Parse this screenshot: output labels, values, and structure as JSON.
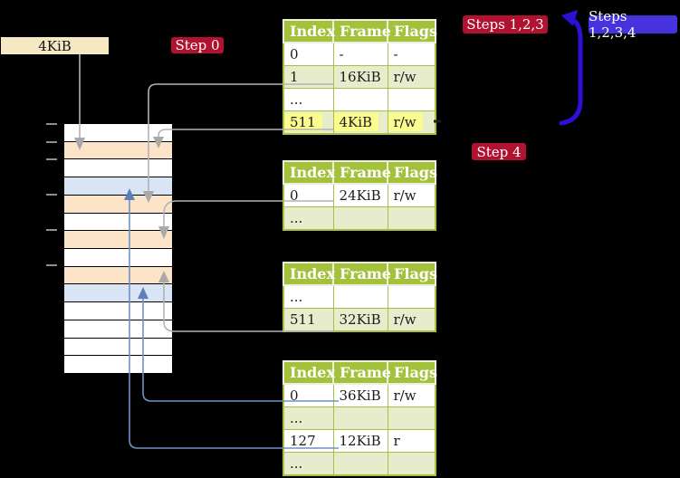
{
  "labels": {
    "frame_label": "4KiB",
    "step0": "Step 0",
    "steps123": "Steps 1,2,3",
    "steps1234": "Steps 1,2,3,4",
    "step4": "Step 4"
  },
  "colors": {
    "table_header_green": "#a3c13a",
    "table_row_green": "#e7eccd",
    "highlight_yellow": "#fbfb8e",
    "badge_red": "#b01230",
    "badge_indigo": "#4633dd",
    "frame_pagetable_peach": "#fce4c8",
    "frame_mapped_blue": "#d9e4f4",
    "frame_label_tan": "#f6e8c3",
    "arrow_gray": "#b3b3b3",
    "arrow_blue_thin": "#7191c4",
    "arrow_blue_thick": "#2b11d5"
  },
  "memory_strip": {
    "rows": [
      {
        "kind": "free"
      },
      {
        "kind": "pagetable"
      },
      {
        "kind": "free"
      },
      {
        "kind": "mapped"
      },
      {
        "kind": "pagetable"
      },
      {
        "kind": "free"
      },
      {
        "kind": "pagetable"
      },
      {
        "kind": "free"
      },
      {
        "kind": "pagetable"
      },
      {
        "kind": "mapped"
      },
      {
        "kind": "free"
      },
      {
        "kind": "free"
      },
      {
        "kind": "free"
      },
      {
        "kind": "free"
      }
    ]
  },
  "tables": {
    "headers": [
      "Index",
      "Frame",
      "Flags"
    ],
    "t1": {
      "rows": [
        [
          "0",
          "-",
          "-"
        ],
        [
          "1",
          "16KiB",
          "r/w"
        ],
        [
          "...",
          "",
          ""
        ],
        [
          "511",
          "4KiB",
          "r/w"
        ]
      ]
    },
    "t2": {
      "rows": [
        [
          "0",
          "24KiB",
          "r/w"
        ],
        [
          "...",
          "",
          ""
        ]
      ]
    },
    "t3": {
      "rows": [
        [
          "...",
          "",
          ""
        ],
        [
          "511",
          "32KiB",
          "r/w"
        ]
      ]
    },
    "t4": {
      "rows": [
        [
          "0",
          "36KiB",
          "r/w"
        ],
        [
          "...",
          "",
          ""
        ],
        [
          "127",
          "12KiB",
          "r"
        ],
        [
          "...",
          "",
          ""
        ]
      ]
    }
  }
}
